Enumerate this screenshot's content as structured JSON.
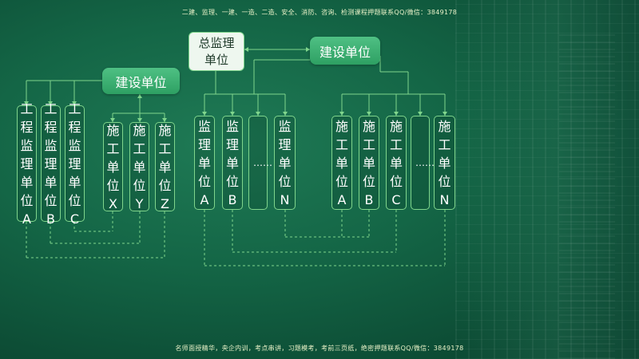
{
  "header_note": "二建、监理、一建、一造、二造、安全、消防、咨询、检测课程押题联系QQ/微信：3849178",
  "footer_note": "名师面授精华，央企内训，考点串讲，习题模考，考前三页纸，绝密押题联系QQ/微信：3849178",
  "owner_left": "建设单位",
  "owner_right": "建设单位",
  "chief_supervisor": "总监理单位",
  "supervision_units_left": [
    "工程监理单位A",
    "工程监理单位B",
    "工程监理单位C"
  ],
  "construction_units_left": [
    "施工单位X",
    "施工单位Y",
    "施工单位Z"
  ],
  "supervision_units_right": [
    "监理单位A",
    "监理单位B",
    "……",
    "监理单位N"
  ],
  "construction_units_right": [
    "施工单位A",
    "施工单位B",
    "施工单位C",
    "……",
    "施工单位N"
  ],
  "colors": {
    "line": "#7fd58c",
    "pill": "#3fb074",
    "box_border": "#7fd58c"
  }
}
